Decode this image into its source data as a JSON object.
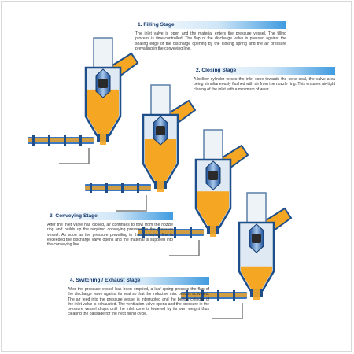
{
  "stages": [
    {
      "title": "1. Filling Stage",
      "text": "The inlet valve is open and the material enters the pressure vessel. The filling process is time-controlled. The flap of the discharge valve is pressed against the sealing edge of the discharge opening by the closing spring and the air pressure prevailing in the conveying line."
    },
    {
      "title": "2. Closing Stage",
      "text": "A bellow cylinder forces the inlet cone towards the cone seal, the valve area being simultaneously flushed with air from the nozzle ring. This ensures air-tight closing of the inlet with a minimum of wear."
    },
    {
      "title": "3. Conveying Stage",
      "text": "After the inlet valve has closed, air continues to flow from the nozzle ring and builds up the required conveying pressure in the pressure vessel. As soon as the pressure prevailing in the conveying line is exceeded the discharge valve opens and the material is supplied into the conveying line."
    },
    {
      "title": "4. Switching / Exhaust Stage",
      "text": "After the pressure vessel has been emptied, a leaf spring presses the flap of the discharge valve against its seat so that the inductive min. prob is activated. The air feed into the pressure vessel is interrupted and the bellow cylinder of the inlet valve is exhausted. The ventilation valve opens and the pressure in the pressure vessel drops until the inlet cone is lowered by its own weight thus clearing the passage for the next filling cycle."
    }
  ],
  "colors": {
    "material": "#f5a623",
    "vessel": "#dfe9f3",
    "steel": "#1f4f8a",
    "pipe": "#3c78c0",
    "heading": "#3f9be0"
  },
  "vessels": [
    {
      "stage": 1,
      "fill": 0.55
    },
    {
      "stage": 2,
      "fill": 0.5
    },
    {
      "stage": 3,
      "fill": 0.35
    },
    {
      "stage": 4,
      "fill": 0.1
    }
  ]
}
